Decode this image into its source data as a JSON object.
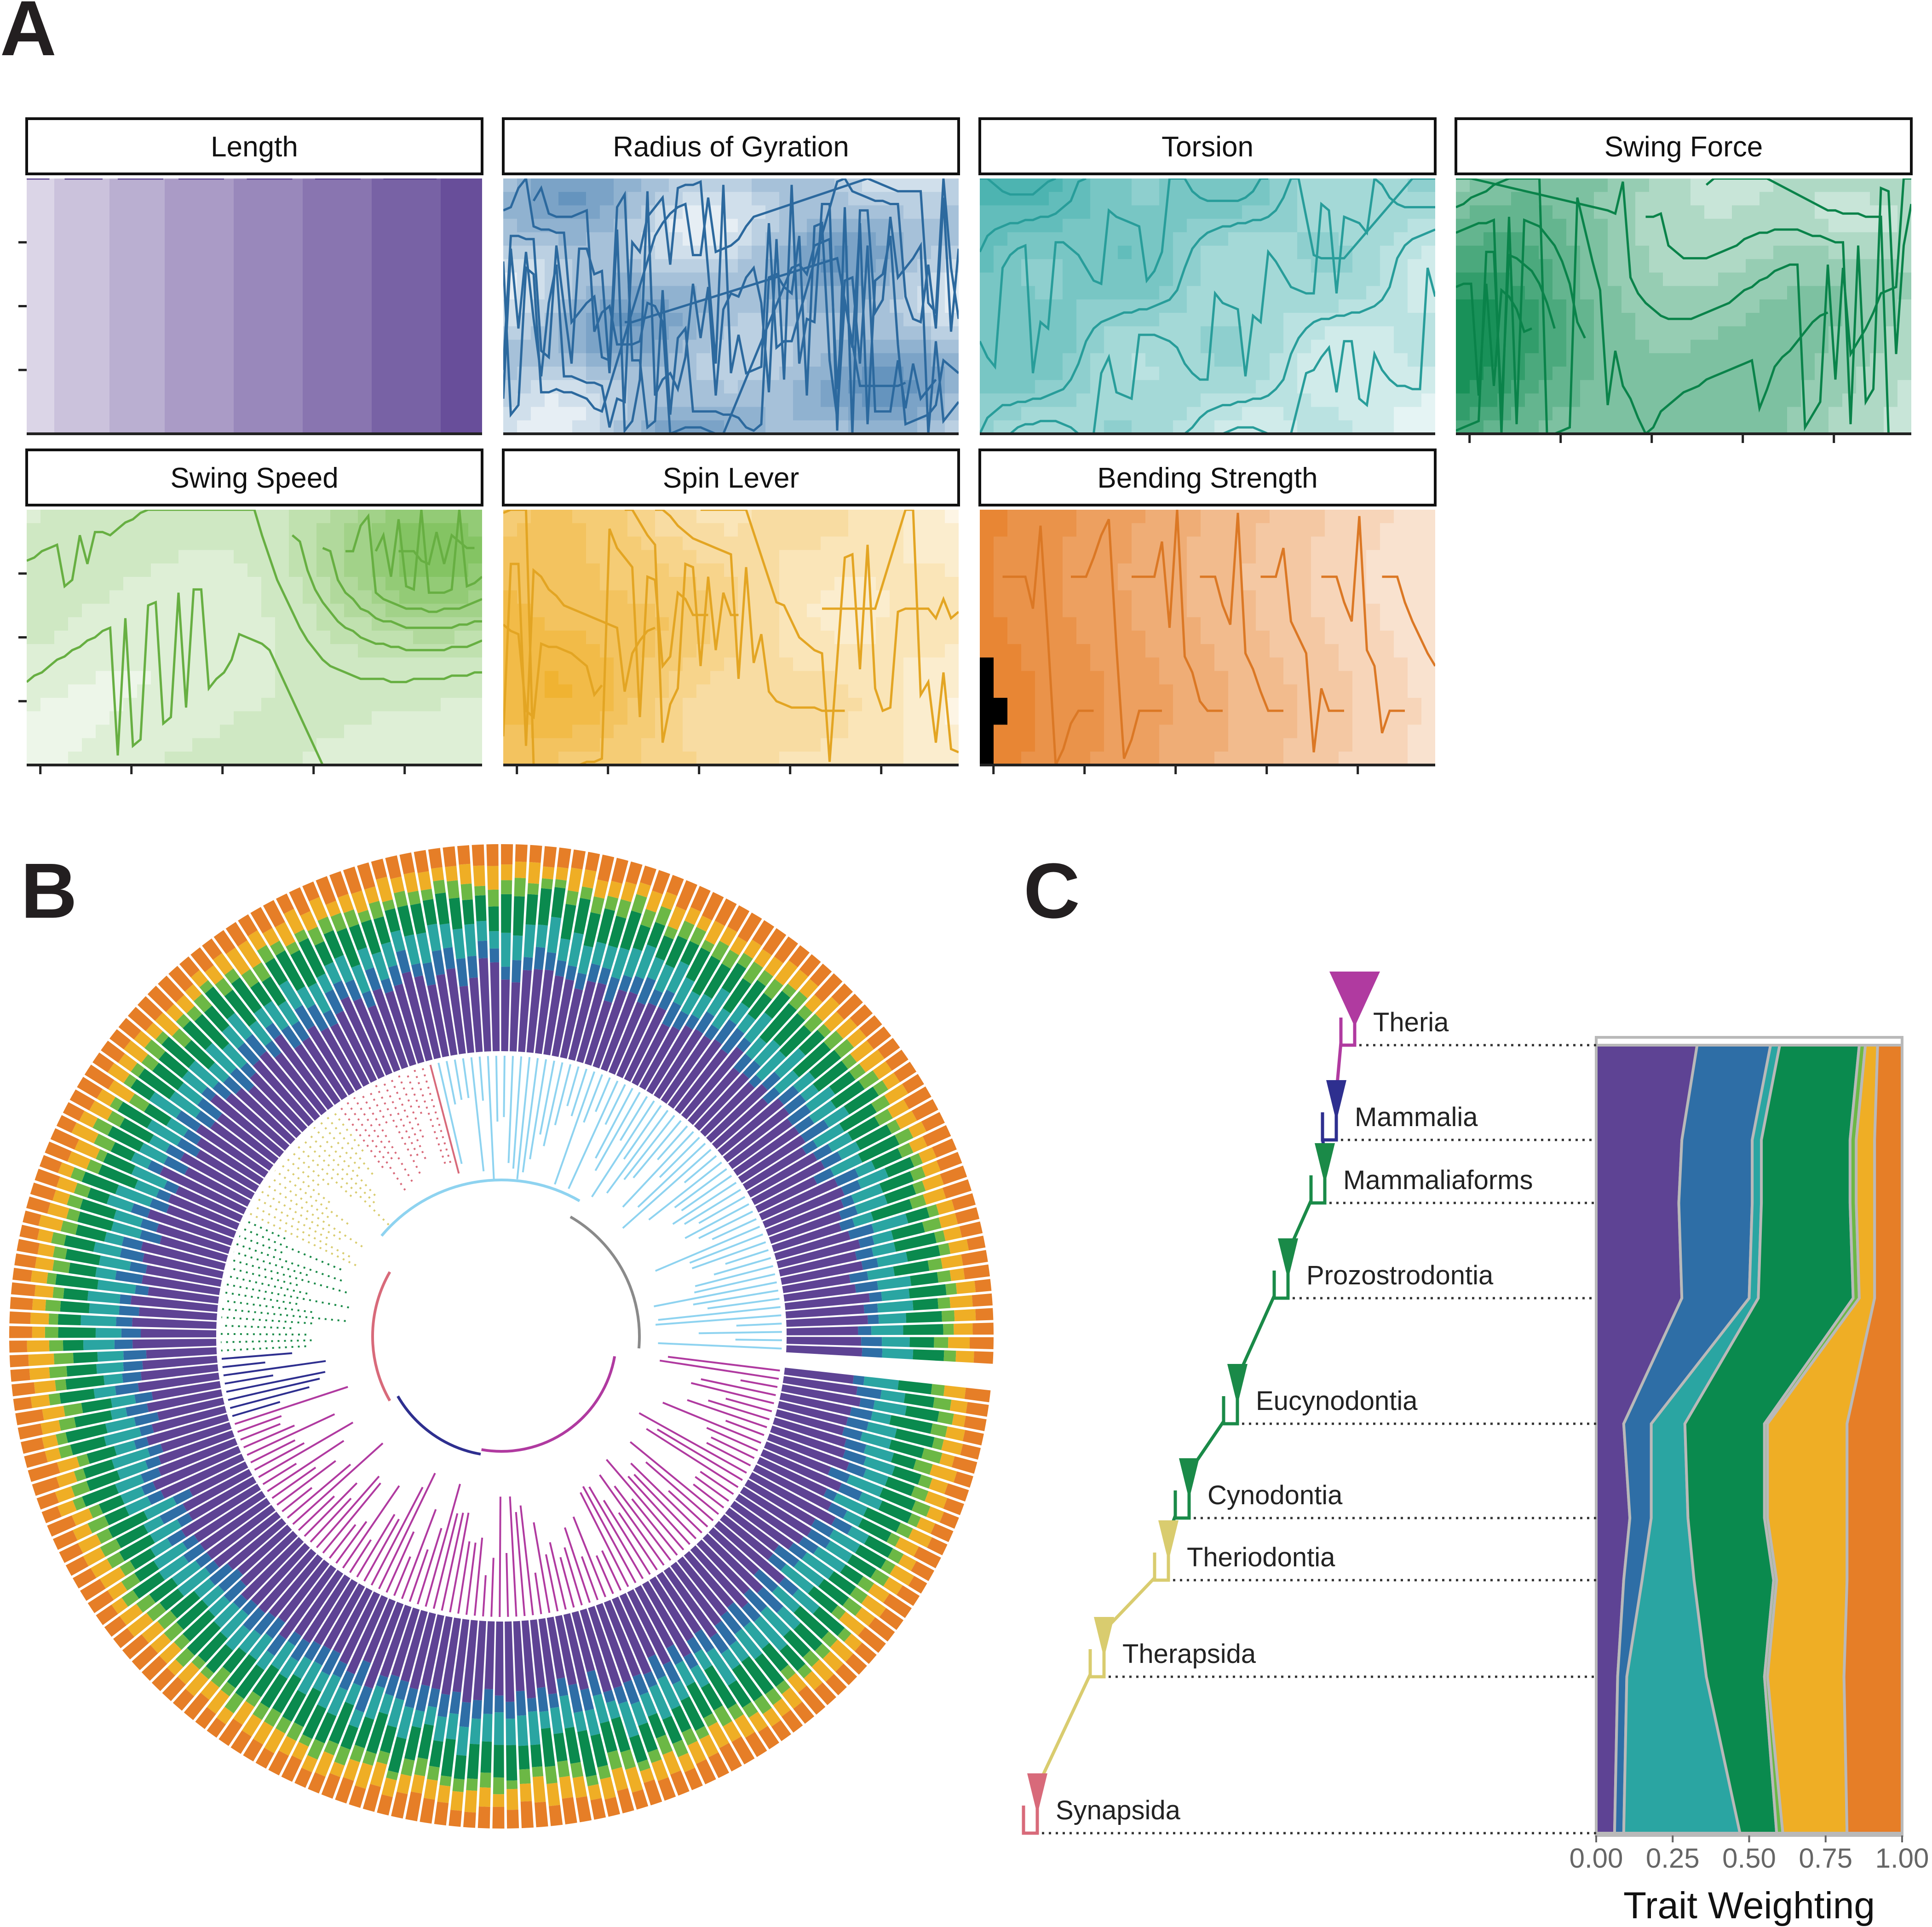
{
  "panel_labels": {
    "a": "A",
    "b": "B",
    "c": "C"
  },
  "colors": {
    "Length": "#5e4394",
    "Radius of Gyration": "#2e6ea6",
    "Torsion": "#2aa5a2",
    "Swing Force": "#0a8a4e",
    "Swing Speed": "#6cb845",
    "Spin Lever": "#efae25",
    "Bending Strength": "#e67e27",
    "Theria": "#b03aa0",
    "Mammalia": "#2e2f8f",
    "Cynodontia": "#1a8a48",
    "Therapsida": "#d9cc6f",
    "Synapsida": "#d86a7a",
    "tree_grey": "#8a8a8a",
    "tree_lightblue": "#8ed3f0"
  },
  "chart_data": [
    {
      "type": "heatmap",
      "panel": "A",
      "facets": [
        {
          "title": "Length",
          "row": 0,
          "col": 0,
          "color": "#5e4394",
          "pattern": "vertical-gradient-left-light"
        },
        {
          "title": "Radius of Gyration",
          "row": 0,
          "col": 1,
          "color": "#2e6ea6",
          "pattern": "irregular-contours"
        },
        {
          "title": "Torsion",
          "row": 0,
          "col": 2,
          "color": "#2aa5a2",
          "pattern": "diagonal-dark-top-left"
        },
        {
          "title": "Swing Force",
          "row": 0,
          "col": 3,
          "color": "#0a8a4e",
          "pattern": "peak-left-light-top-right"
        },
        {
          "title": "Swing Speed",
          "row": 1,
          "col": 0,
          "color": "#6cb845",
          "pattern": "peak-top-right"
        },
        {
          "title": "Spin Lever",
          "row": 1,
          "col": 1,
          "color": "#efae25",
          "pattern": "peak-left-light-right"
        },
        {
          "title": "Bending Strength",
          "row": 1,
          "col": 2,
          "color": "#e67e27",
          "pattern": "vertical-gradient-left-dark"
        }
      ],
      "grid": false
    },
    {
      "type": "area",
      "panel": "C",
      "xlabel": "Trait Weighting",
      "xlim": [
        0,
        1
      ],
      "xticks": [
        "0.00",
        "0.25",
        "0.50",
        "0.75",
        "1.00"
      ],
      "clades": [
        "Theria",
        "Mammalia",
        "Mammaliaforms",
        "Prozostrodontia",
        "Eucynodontia",
        "Cynodontia",
        "Theriodontia",
        "Therapsida",
        "Synapsida"
      ],
      "order_top_to_bottom": true,
      "series": [
        {
          "name": "Length",
          "values": [
            0.33,
            0.28,
            0.27,
            0.28,
            0.09,
            0.11,
            0.09,
            0.07,
            0.06
          ]
        },
        {
          "name": "Radius of Gyration",
          "values": [
            0.24,
            0.23,
            0.24,
            0.22,
            0.09,
            0.07,
            0.06,
            0.03,
            0.03
          ]
        },
        {
          "name": "Torsion",
          "values": [
            0.03,
            0.03,
            0.03,
            0.03,
            0.11,
            0.12,
            0.17,
            0.26,
            0.38
          ]
        },
        {
          "name": "Swing Force",
          "values": [
            0.26,
            0.29,
            0.29,
            0.31,
            0.26,
            0.25,
            0.26,
            0.19,
            0.12
          ]
        },
        {
          "name": "Swing Speed",
          "values": [
            0.02,
            0.02,
            0.02,
            0.02,
            0.01,
            0.01,
            0.01,
            0.01,
            0.02
          ]
        },
        {
          "name": "Spin Lever",
          "values": [
            0.04,
            0.06,
            0.06,
            0.05,
            0.26,
            0.26,
            0.23,
            0.25,
            0.21
          ]
        },
        {
          "name": "Bending Strength",
          "values": [
            0.08,
            0.09,
            0.09,
            0.09,
            0.18,
            0.18,
            0.18,
            0.19,
            0.18
          ]
        }
      ]
    }
  ],
  "phylogeny_b": {
    "type": "circular-tree-with-stacked-bars",
    "clade_colors": [
      "#8a8a8a",
      "#8ed3f0",
      "#b03aa0",
      "#2e2f8f",
      "#1a8a48",
      "#d9cc6f",
      "#d86a7a"
    ],
    "bar_trait_order": [
      "Length",
      "Radius of Gyration",
      "Torsion",
      "Swing Force",
      "Swing Speed",
      "Spin Lever",
      "Bending Strength"
    ]
  }
}
